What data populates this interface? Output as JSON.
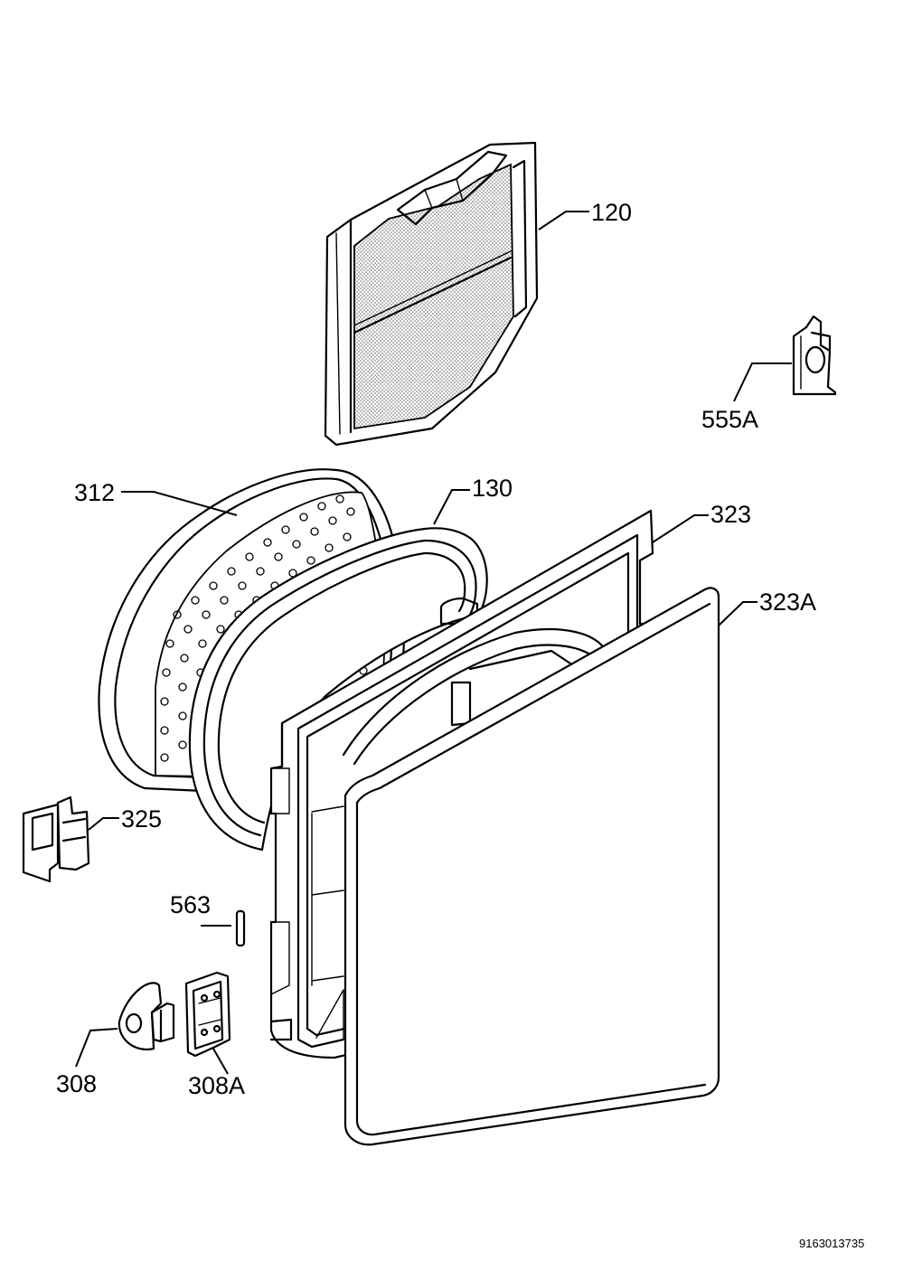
{
  "labels": {
    "p120": "120",
    "p555A": "555A",
    "p312": "312",
    "p130": "130",
    "p323": "323",
    "p323A": "323A",
    "p325": "325",
    "p563": "563",
    "p308": "308",
    "p308A": "308A"
  },
  "drawing_code": "9163013735"
}
